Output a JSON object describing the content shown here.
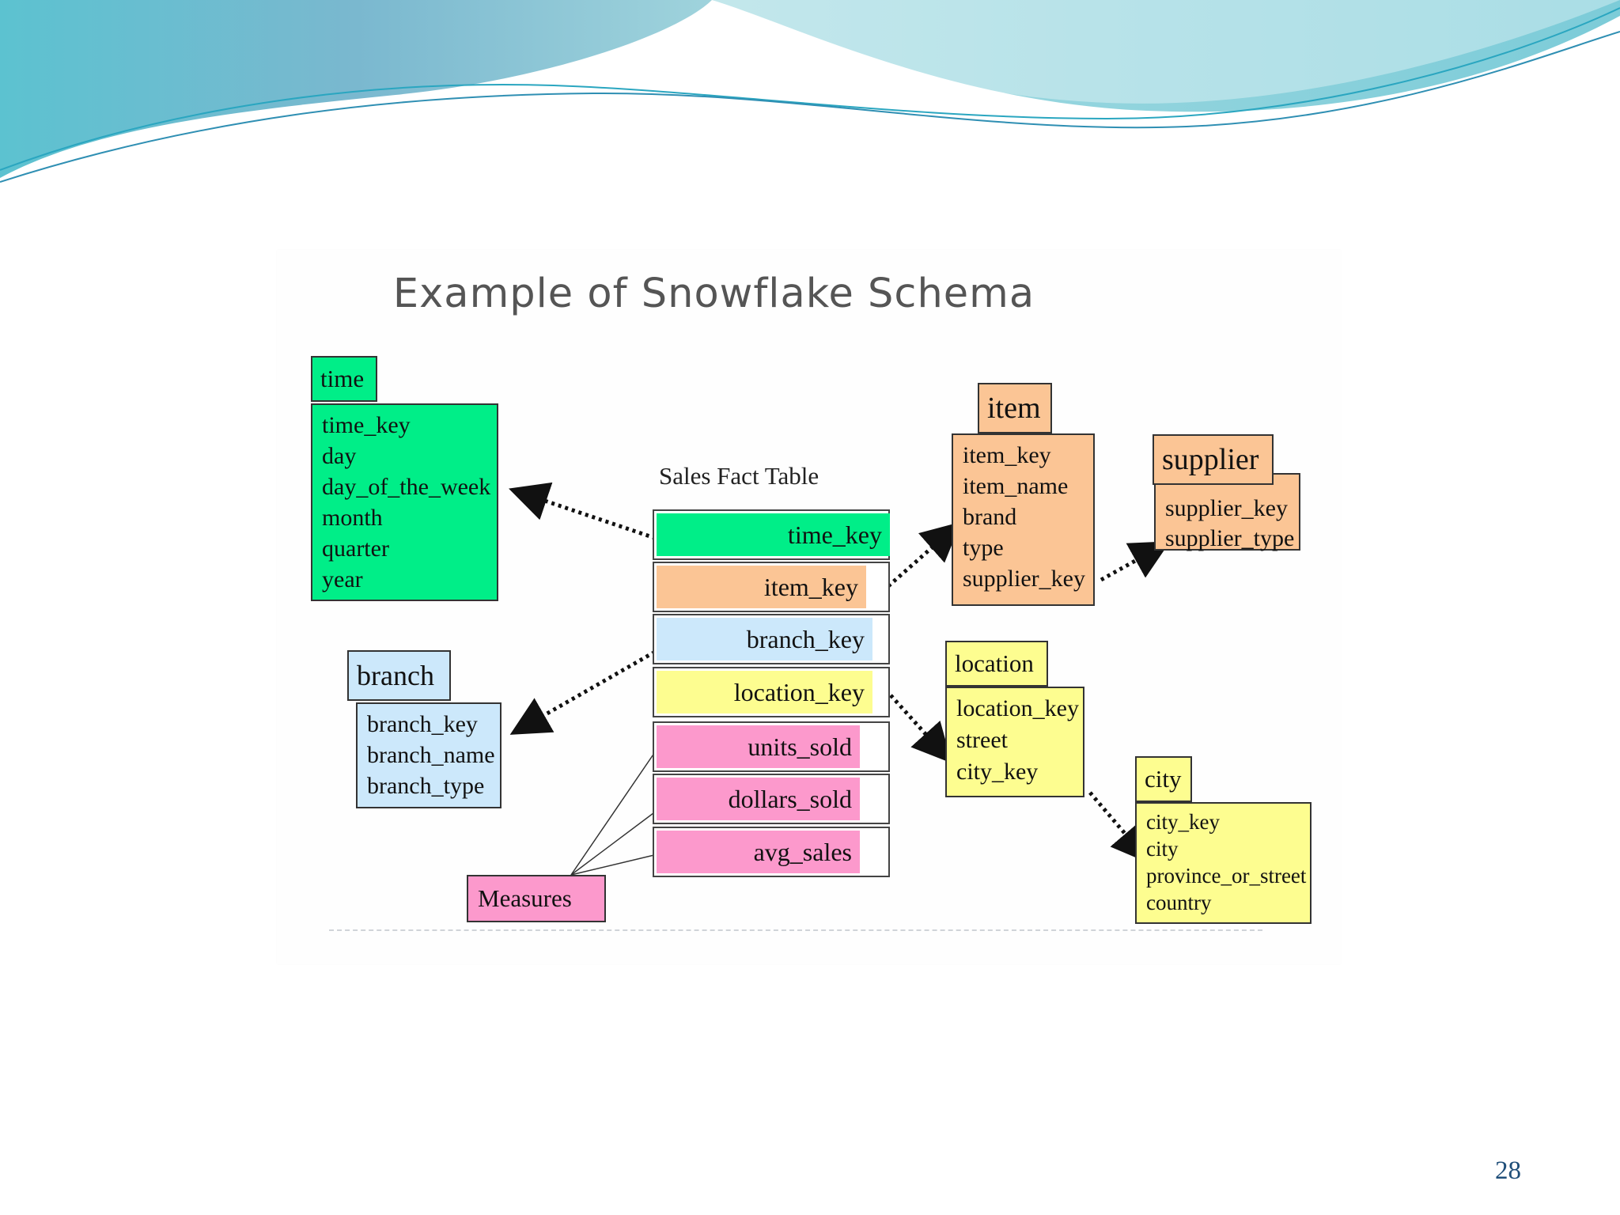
{
  "slide": {
    "page_number": "28"
  },
  "figure": {
    "title": "Example of Snowflake Schema",
    "fact_table": {
      "label": "Sales Fact Table",
      "rows": [
        "time_key",
        "item_key",
        "branch_key",
        "location_key",
        "units_sold",
        "dollars_sold",
        "avg_sales"
      ]
    },
    "measures_label": "Measures",
    "tables": {
      "time": {
        "name": "time",
        "fields": [
          "time_key",
          "day",
          "day_of_the_week",
          "month",
          "quarter",
          "year"
        ]
      },
      "branch": {
        "name": "branch",
        "fields": [
          "branch_key",
          "branch_name",
          "branch_type"
        ]
      },
      "item": {
        "name": "item",
        "fields": [
          "item_key",
          "item_name",
          "brand",
          "type",
          "supplier_key"
        ]
      },
      "supplier": {
        "name": "supplier",
        "fields": [
          "supplier_key",
          "supplier_type"
        ]
      },
      "location": {
        "name": "location",
        "fields": [
          "location_key",
          "street",
          "city_key"
        ]
      },
      "city": {
        "name": "city",
        "fields": [
          "city_key",
          "city",
          "province_or_street",
          "country"
        ]
      }
    },
    "colors": {
      "time": "#00ee88",
      "item": "#fbc595",
      "branch": "#cce8fb",
      "location": "#fdfd90",
      "measures": "#fc99cc"
    }
  }
}
